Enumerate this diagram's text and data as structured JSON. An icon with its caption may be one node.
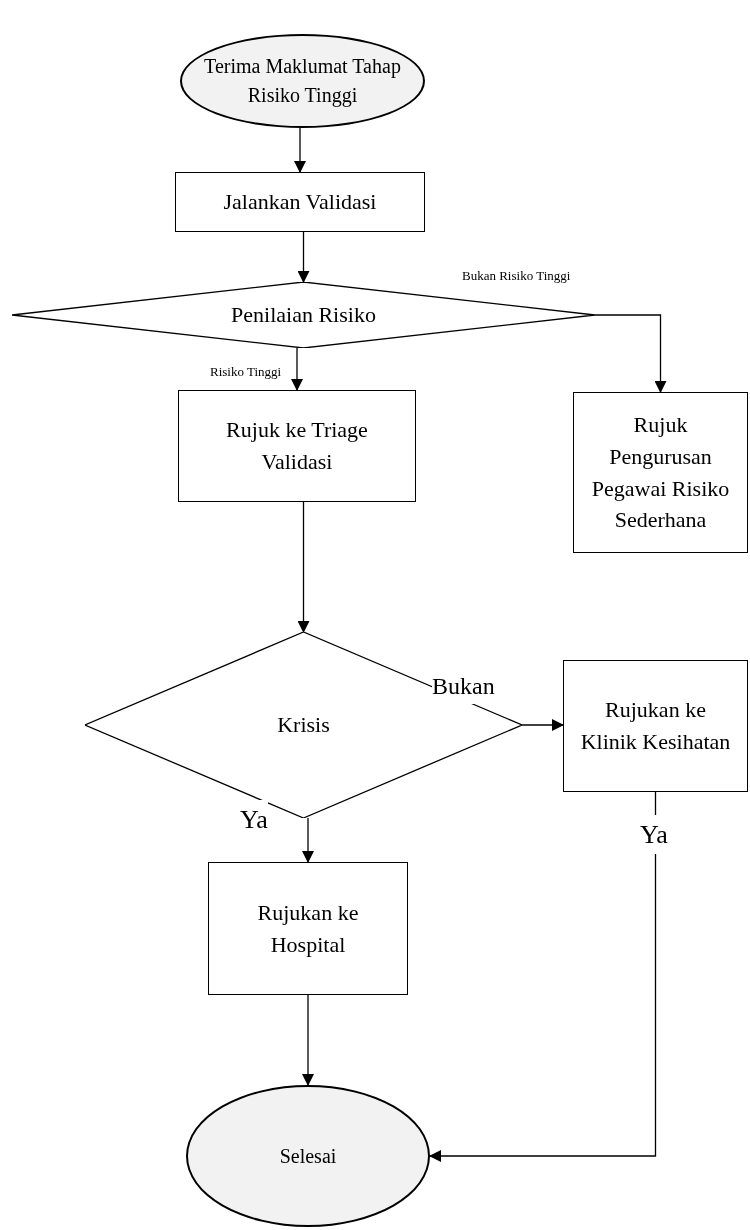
{
  "diagram": {
    "nodes": [
      {
        "text": [
          "Terima Maklumat Tahap Risiko Tinggi"
        ]
      },
      {
        "text": [
          "Jalankan Validasi"
        ]
      },
      {
        "text": [
          "Penilaian Risiko"
        ]
      },
      {
        "text": [
          "Rujuk ke Triage Validasi"
        ]
      },
      {
        "text": [
          "Rujuk Pengurusan Pegawai Risiko Sederhana"
        ]
      },
      {
        "text": [
          "Krisis"
        ]
      },
      {
        "text": [
          "Rujukan ke Klinik Kesihatan"
        ]
      },
      {
        "text": [
          "Rujukan ke Hospital"
        ]
      },
      {
        "text": [
          "Selesai"
        ]
      }
    ],
    "edges": [
      {
        "from": 0,
        "to": 1,
        "arrow": "to"
      },
      {
        "from": 1,
        "to": 2,
        "arrow": "to"
      },
      {
        "from": 2,
        "to": 3,
        "arrow": "to",
        "label": "Risiko Tinggi"
      },
      {
        "from": 2,
        "to": 4,
        "arrow": "to",
        "label": "Bukan Risiko Tinggi"
      },
      {
        "from": 3,
        "to": 5,
        "arrow": "to"
      },
      {
        "from": 5,
        "to": 6,
        "arrow": "to",
        "label": "Bukan"
      },
      {
        "from": 5,
        "to": 7,
        "arrow": "to",
        "label": "Ya"
      },
      {
        "from": 6,
        "to": 8,
        "arrow": "to",
        "label": "Ya"
      },
      {
        "from": 7,
        "to": 8,
        "arrow": "to"
      }
    ]
  }
}
